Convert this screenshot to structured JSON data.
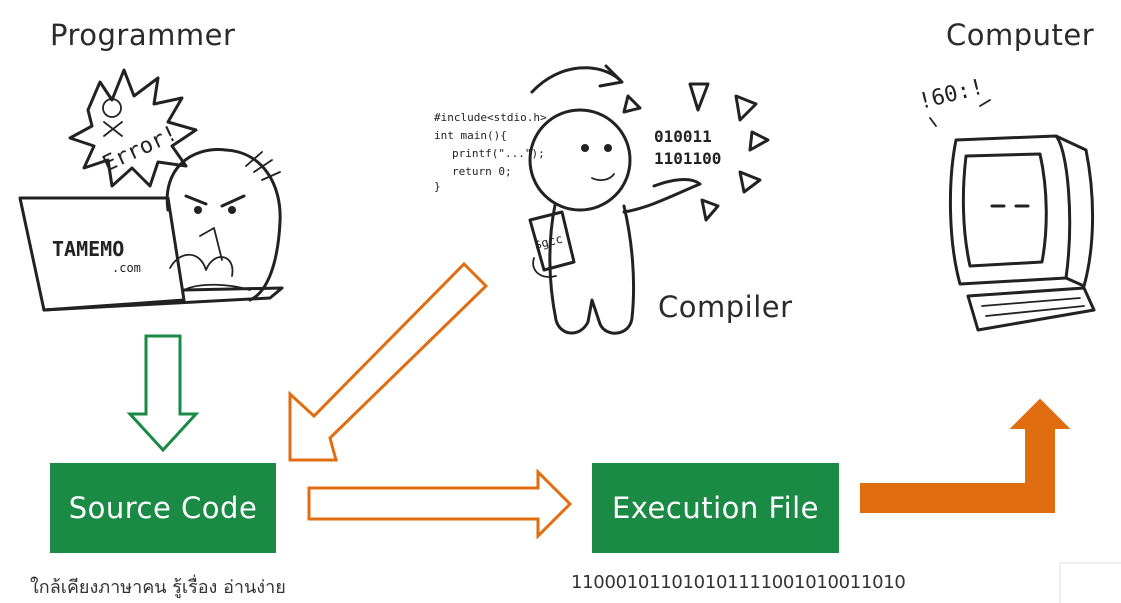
{
  "labels": {
    "programmer": "Programmer",
    "compiler": "Compiler",
    "computer": "Computer",
    "source_code": "Source Code",
    "execution_file": "Execution File",
    "source_caption": "ใกล้เคียงภาษาคน รู้เรื่อง อ่านง่าย",
    "binary_caption": "110001011010101111001010011010"
  },
  "sketch_text": {
    "error": "Error!",
    "laptop_brand": "TAMEMO",
    "laptop_domain": ".com",
    "code_lines": [
      "#include<stdio.h>",
      "int main(){",
      "printf(\"...\");",
      "return 0;",
      "}"
    ],
    "binary_line1": "010011",
    "binary_line2": "1101100",
    "card": "$gcc",
    "computer_thought": "!60:!"
  },
  "colors": {
    "green": "#1b8a45",
    "orange": "#e06d10",
    "ink": "#222222"
  }
}
